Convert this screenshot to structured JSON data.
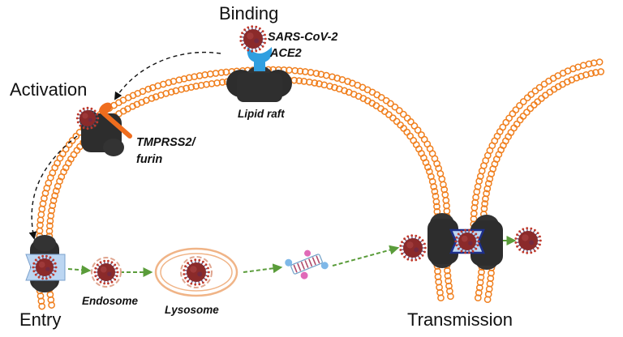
{
  "stages": {
    "binding": "Binding",
    "activation": "Activation",
    "entry": "Entry",
    "transmission": "Transmission"
  },
  "labels": {
    "virus": "SARS-CoV-2",
    "receptor": "ACE2",
    "raft": "Lipid raft",
    "protease_line1": "TMPRSS2/",
    "protease_line2": "furin",
    "endosome": "Endosome",
    "lysosome": "Lysosome"
  },
  "colors": {
    "membrane": "#f07f1e",
    "protein": "#2d2d2d",
    "ace2": "#2f9fe0",
    "protease": "#ef6d1e",
    "virus_core": "#8b2a2a",
    "virus_spike": "#5c4a7a",
    "arrow_green": "#5a9c3a",
    "endosome_ring": "#e0a58f",
    "lysosome_ring": "#f0b487",
    "pore": "#bcd6f2"
  },
  "icons": [
    "virus-icon",
    "ace2-receptor-icon",
    "protein-cluster-icon",
    "protease-icon",
    "rna-fragment-icon"
  ]
}
